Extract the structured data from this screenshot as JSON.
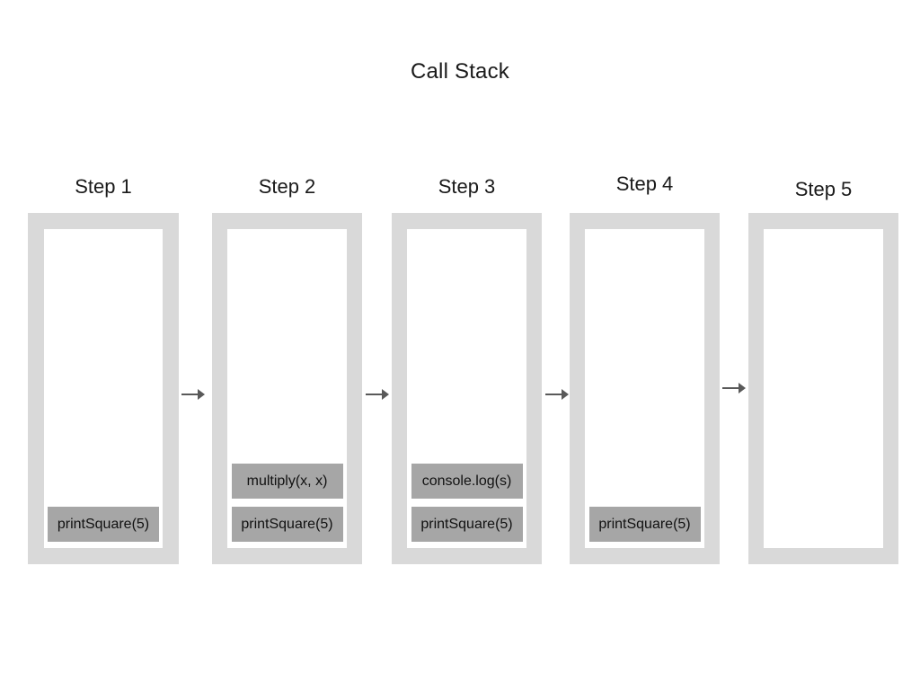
{
  "title": "Call Stack",
  "colors": {
    "column_background": "#d9d9d9",
    "stack_background": "#ffffff",
    "frame_background": "#a6a6a6",
    "frame_text": "#111111",
    "arrow": "#595959",
    "label_text": "#1a1a1a"
  },
  "steps": [
    {
      "label": "Step 1",
      "frames": [
        "printSquare(5)"
      ]
    },
    {
      "label": "Step 2",
      "frames": [
        "multiply(x, x)",
        "printSquare(5)"
      ]
    },
    {
      "label": "Step 3",
      "frames": [
        "console.log(s)",
        "printSquare(5)"
      ]
    },
    {
      "label": "Step 4",
      "frames": [
        "printSquare(5)"
      ]
    },
    {
      "label": "Step 5",
      "frames": []
    }
  ]
}
